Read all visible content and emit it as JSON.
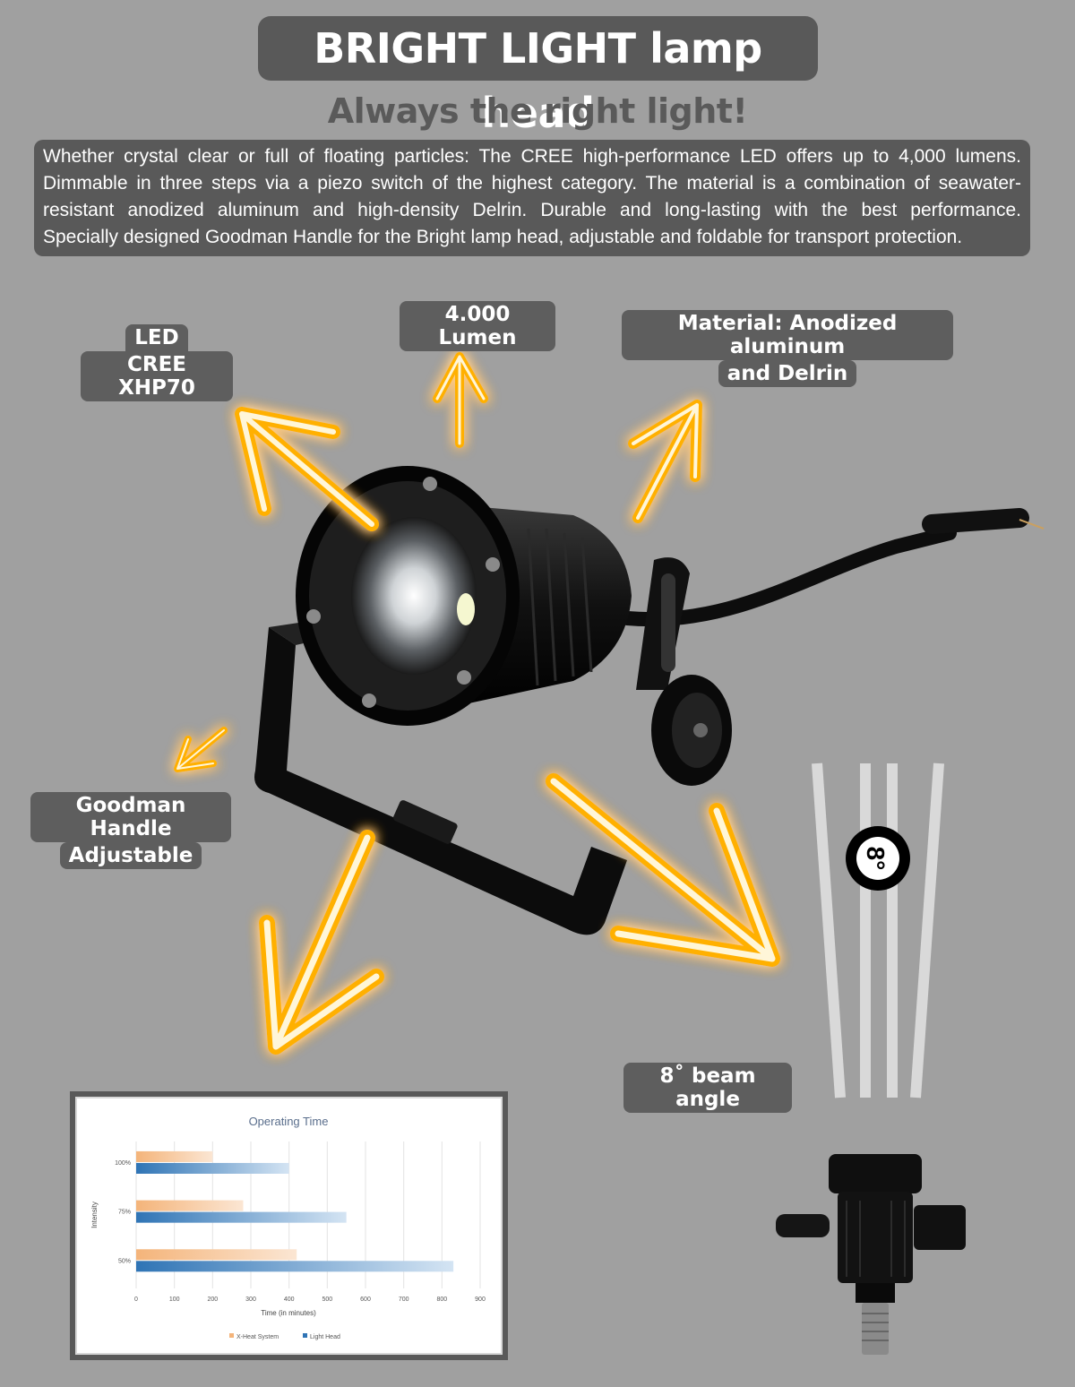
{
  "header": {
    "title": "BRIGHT LIGHT lamp head",
    "subtitle": "Always the right light!",
    "intro_lines": [
      "Whether crystal clear or full of floating particles: The CREE high-performance LED offers up to 4,000 lumens.",
      "Dimmable in three steps via a piezo switch of the highest category. The material is a combination of seawater-",
      "resistant anodized aluminum and high-density Delrin. Durable and long-lasting with the best performance.",
      "Specially designed Goodman Handle for the Bright lamp head, adjustable and foldable for transport protection."
    ]
  },
  "callouts": {
    "led_line1": "LED",
    "led_line2": "CREE XHP70",
    "lumen": "4.000 Lumen",
    "material_line1": "Material: Anodized aluminum",
    "material_line2": "and Delrin",
    "handle_line1": "Goodman Handle",
    "handle_line2": "Adjustable",
    "beam": "8˚ beam angle",
    "beam_icon_text": "8°"
  },
  "colors": {
    "glow": "#ffb000",
    "glow_core": "#fff6d8",
    "pill": "#5e5e5e",
    "xheat": "#f4b47a",
    "lighthead": "#2f74b5"
  },
  "chart_data": {
    "type": "bar",
    "title": "Operating Time",
    "xlabel": "Time (in minutes)",
    "ylabel": "Intensity",
    "categories": [
      "100%",
      "75%",
      "50%"
    ],
    "series": [
      {
        "name": "X-Heat System",
        "values": [
          200,
          280,
          420
        ]
      },
      {
        "name": "Light Head",
        "values": [
          400,
          550,
          830
        ]
      }
    ],
    "xlim": [
      0,
      900
    ],
    "xticks": [
      0,
      100,
      200,
      300,
      400,
      500,
      600,
      700,
      800,
      900
    ],
    "grid": true,
    "legend": "bottom"
  }
}
